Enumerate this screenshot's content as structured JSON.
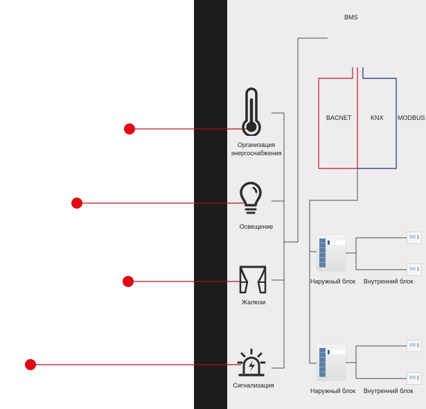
{
  "colors": {
    "accent_red": "#e30613",
    "bacnet_line": "#c8102e",
    "modbus_line": "#1f2a7a",
    "wire_gray": "#6b6b6b",
    "panel_bg": "#ededed",
    "band_dark": "#1c1c1c",
    "icon_color": "#2b2b2b"
  },
  "bms": {
    "label": "BMS"
  },
  "protocols": [
    {
      "label": "BACNET"
    },
    {
      "label": "KNX"
    },
    {
      "label": "MODBUS"
    }
  ],
  "systems": [
    {
      "label_line1": "Организация",
      "label_line2": "энергоснабжения",
      "icon": "thermometer-icon"
    },
    {
      "label": "Освещение",
      "icon": "light-bulb-icon"
    },
    {
      "label": "Жалюзи",
      "icon": "curtains-icon"
    },
    {
      "label": "Сигнализация",
      "icon": "alarm-siren-icon"
    }
  ],
  "hvac_groups": [
    {
      "outdoor_label": "Наружный блок",
      "indoor_label": "Внутренний блок"
    },
    {
      "outdoor_label": "Наружный блок",
      "indoor_label": "Внутренний блок"
    }
  ]
}
